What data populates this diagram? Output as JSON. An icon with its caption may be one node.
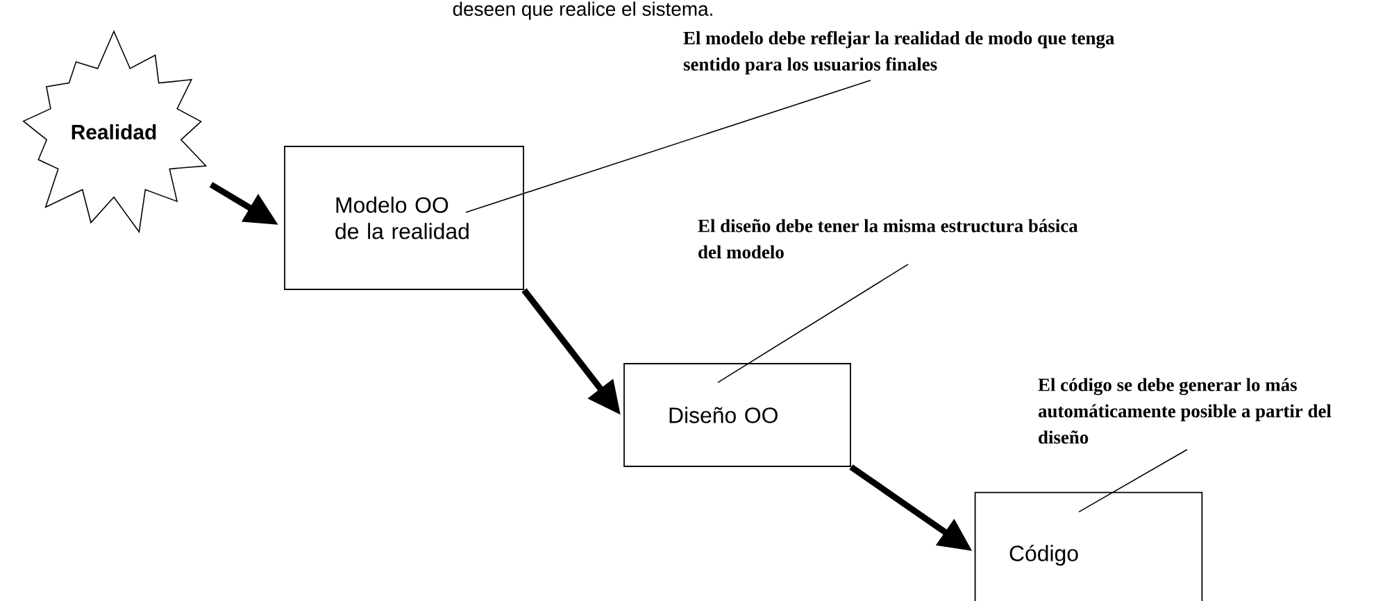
{
  "diagram": {
    "nodes": [
      {
        "text": [
          "Realidad"
        ]
      },
      {
        "text": [
          "Modelo OO de la realidad"
        ]
      },
      {
        "text": [
          "Diseño OO"
        ]
      },
      {
        "text": [
          "Código"
        ]
      },
      {
        "text": [
          "El modelo debe reflejar la realidad de modo que tenga sentido para los usuarios finales"
        ]
      },
      {
        "text": [
          "El diseño debe tener la misma estructura básica del modelo"
        ]
      },
      {
        "text": [
          "El código se debe generar lo más automáticamente posible a partir del diseño"
        ]
      }
    ],
    "edges": [
      {
        "from": 0,
        "to": 1,
        "arrow": "to",
        "style": "thick"
      },
      {
        "from": 1,
        "to": 2,
        "arrow": "to",
        "style": "thick"
      },
      {
        "from": 2,
        "to": 3,
        "arrow": "to",
        "style": "thick"
      },
      {
        "from": 4,
        "to": 1,
        "arrow": "none"
      },
      {
        "from": 5,
        "to": 2,
        "arrow": "none"
      },
      {
        "from": 6,
        "to": 3,
        "arrow": "none"
      }
    ],
    "labels": [
      "deseen que realice el sistema."
    ]
  }
}
